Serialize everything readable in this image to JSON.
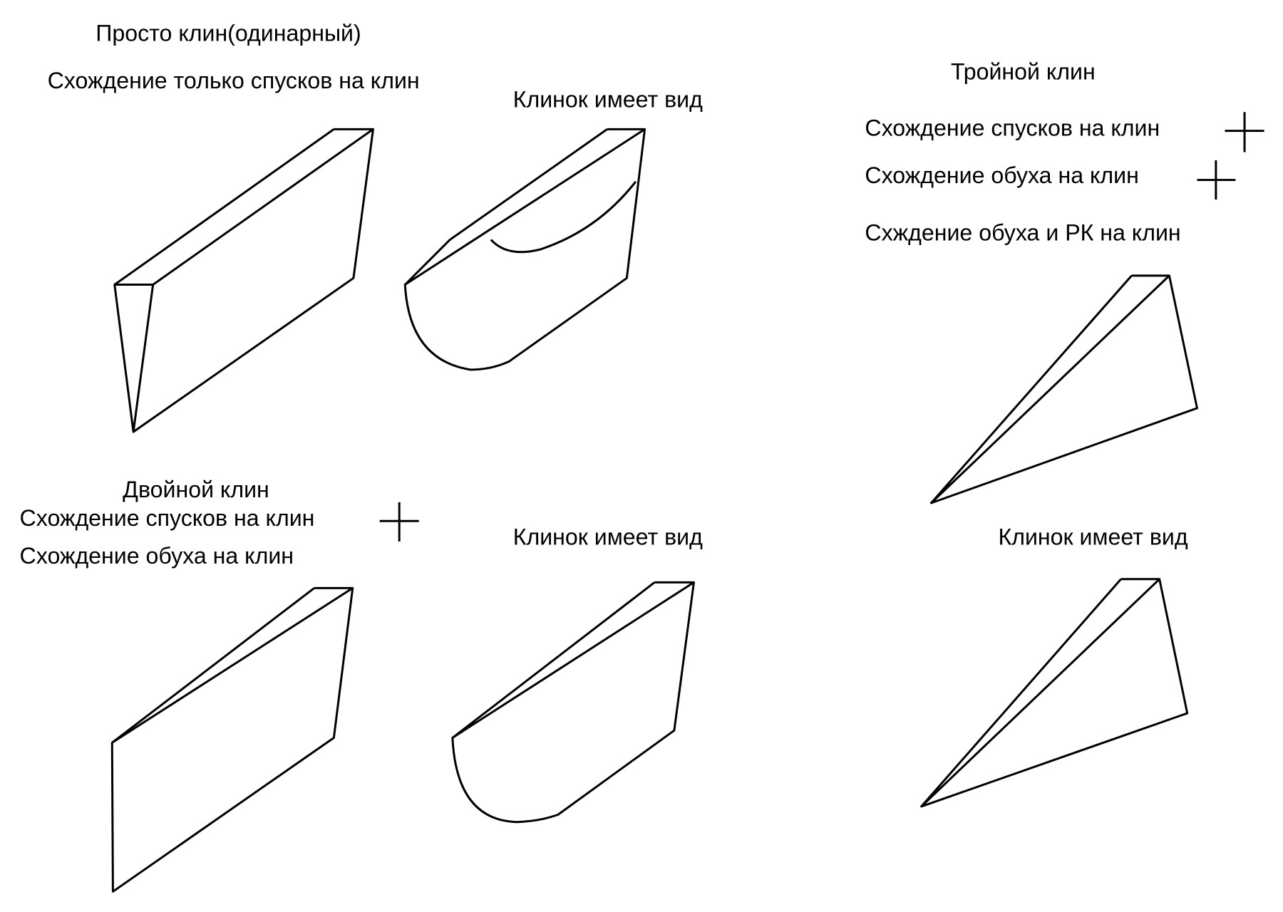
{
  "single": {
    "title": "Просто клин(одинарный)",
    "note": "Схождение только спусков на клин",
    "blade_label": "Клинок имеет вид"
  },
  "double": {
    "title": "Двойной клин",
    "line1": "Схождение спусков на клин",
    "line2": "Схождение обуха на клин",
    "blade_label": "Клинок имеет вид"
  },
  "triple": {
    "title": "Тройной клин",
    "line1": "Схождение спусков на клин",
    "line2": "Схождение обуха на клин",
    "line3": "Схждение обуха и РК на клин",
    "blade_label": "Клинок имеет вид"
  }
}
